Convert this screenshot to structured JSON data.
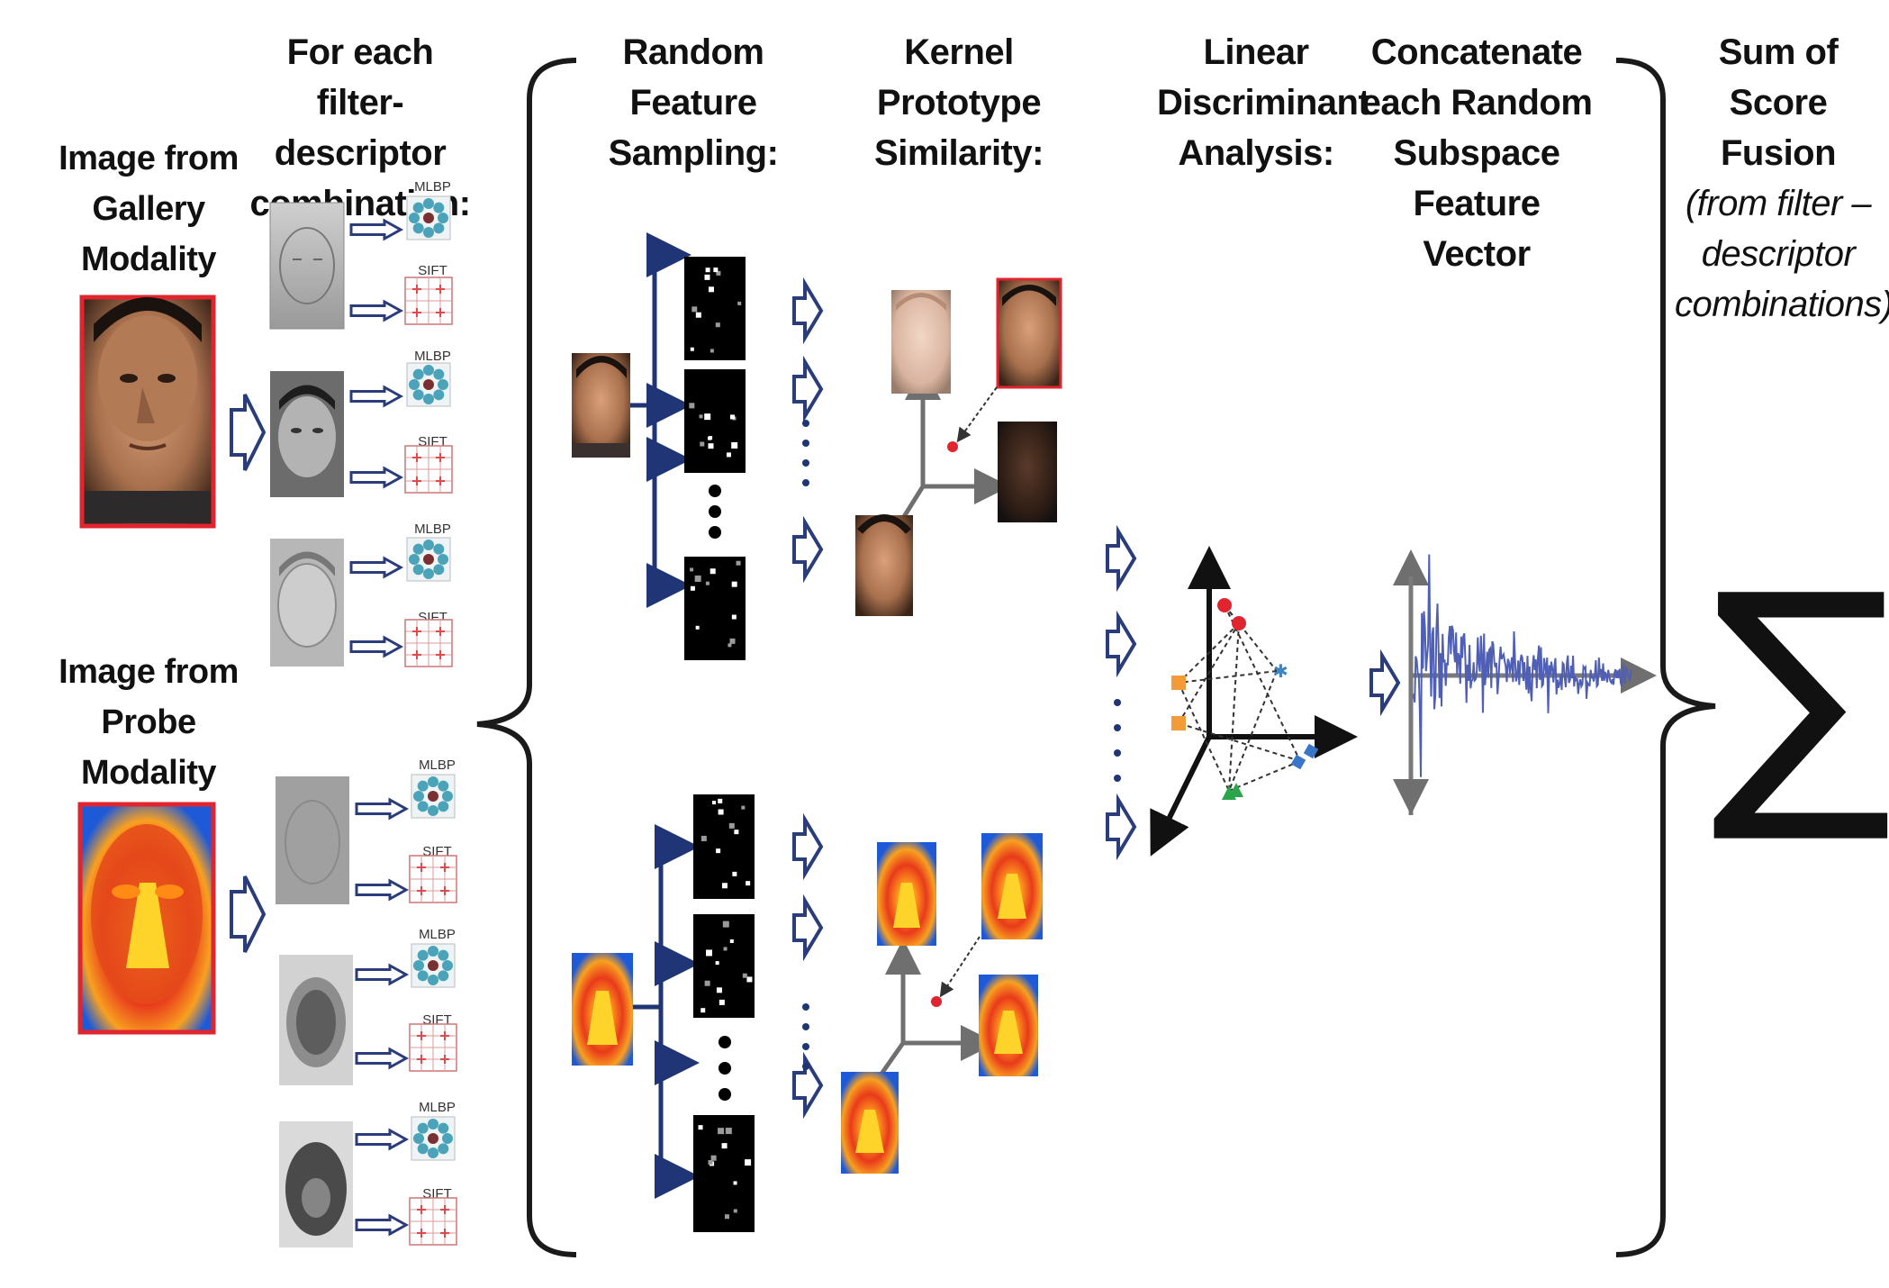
{
  "headers": {
    "filter_descriptor": [
      "For each filter-",
      "descriptor",
      "combination:"
    ],
    "random_feature": [
      "Random",
      "Feature",
      "Sampling:"
    ],
    "kernel_prototype": [
      "Kernel",
      "Prototype",
      "Similarity:"
    ],
    "lda": [
      "Linear",
      "Discriminant",
      "Analysis:"
    ],
    "concatenate": [
      "Concatenate",
      "each Random",
      "Subspace",
      "Feature",
      "Vector"
    ],
    "sum_score": [
      "Sum of Score",
      "Fusion"
    ],
    "sum_score_note": [
      "(from filter –",
      "descriptor",
      "combinations)"
    ]
  },
  "gallery_label": [
    "Image from",
    "Gallery",
    "Modality"
  ],
  "probe_label": [
    "Image from",
    "Probe",
    "Modality"
  ],
  "descriptor_labels": {
    "mlbp": "MLBP",
    "sift": "SIFT"
  },
  "sigma_symbol": "∑",
  "colors": {
    "navy_arrow": "#1f3575",
    "outline_arrow": "#2a3c7a",
    "red_border": "#e1252f",
    "gray_axis": "#7a7a7a",
    "mlbp_dot": "#4aa3b8",
    "sift_red": "#e14a4a",
    "signal": "#4f5fb5"
  }
}
